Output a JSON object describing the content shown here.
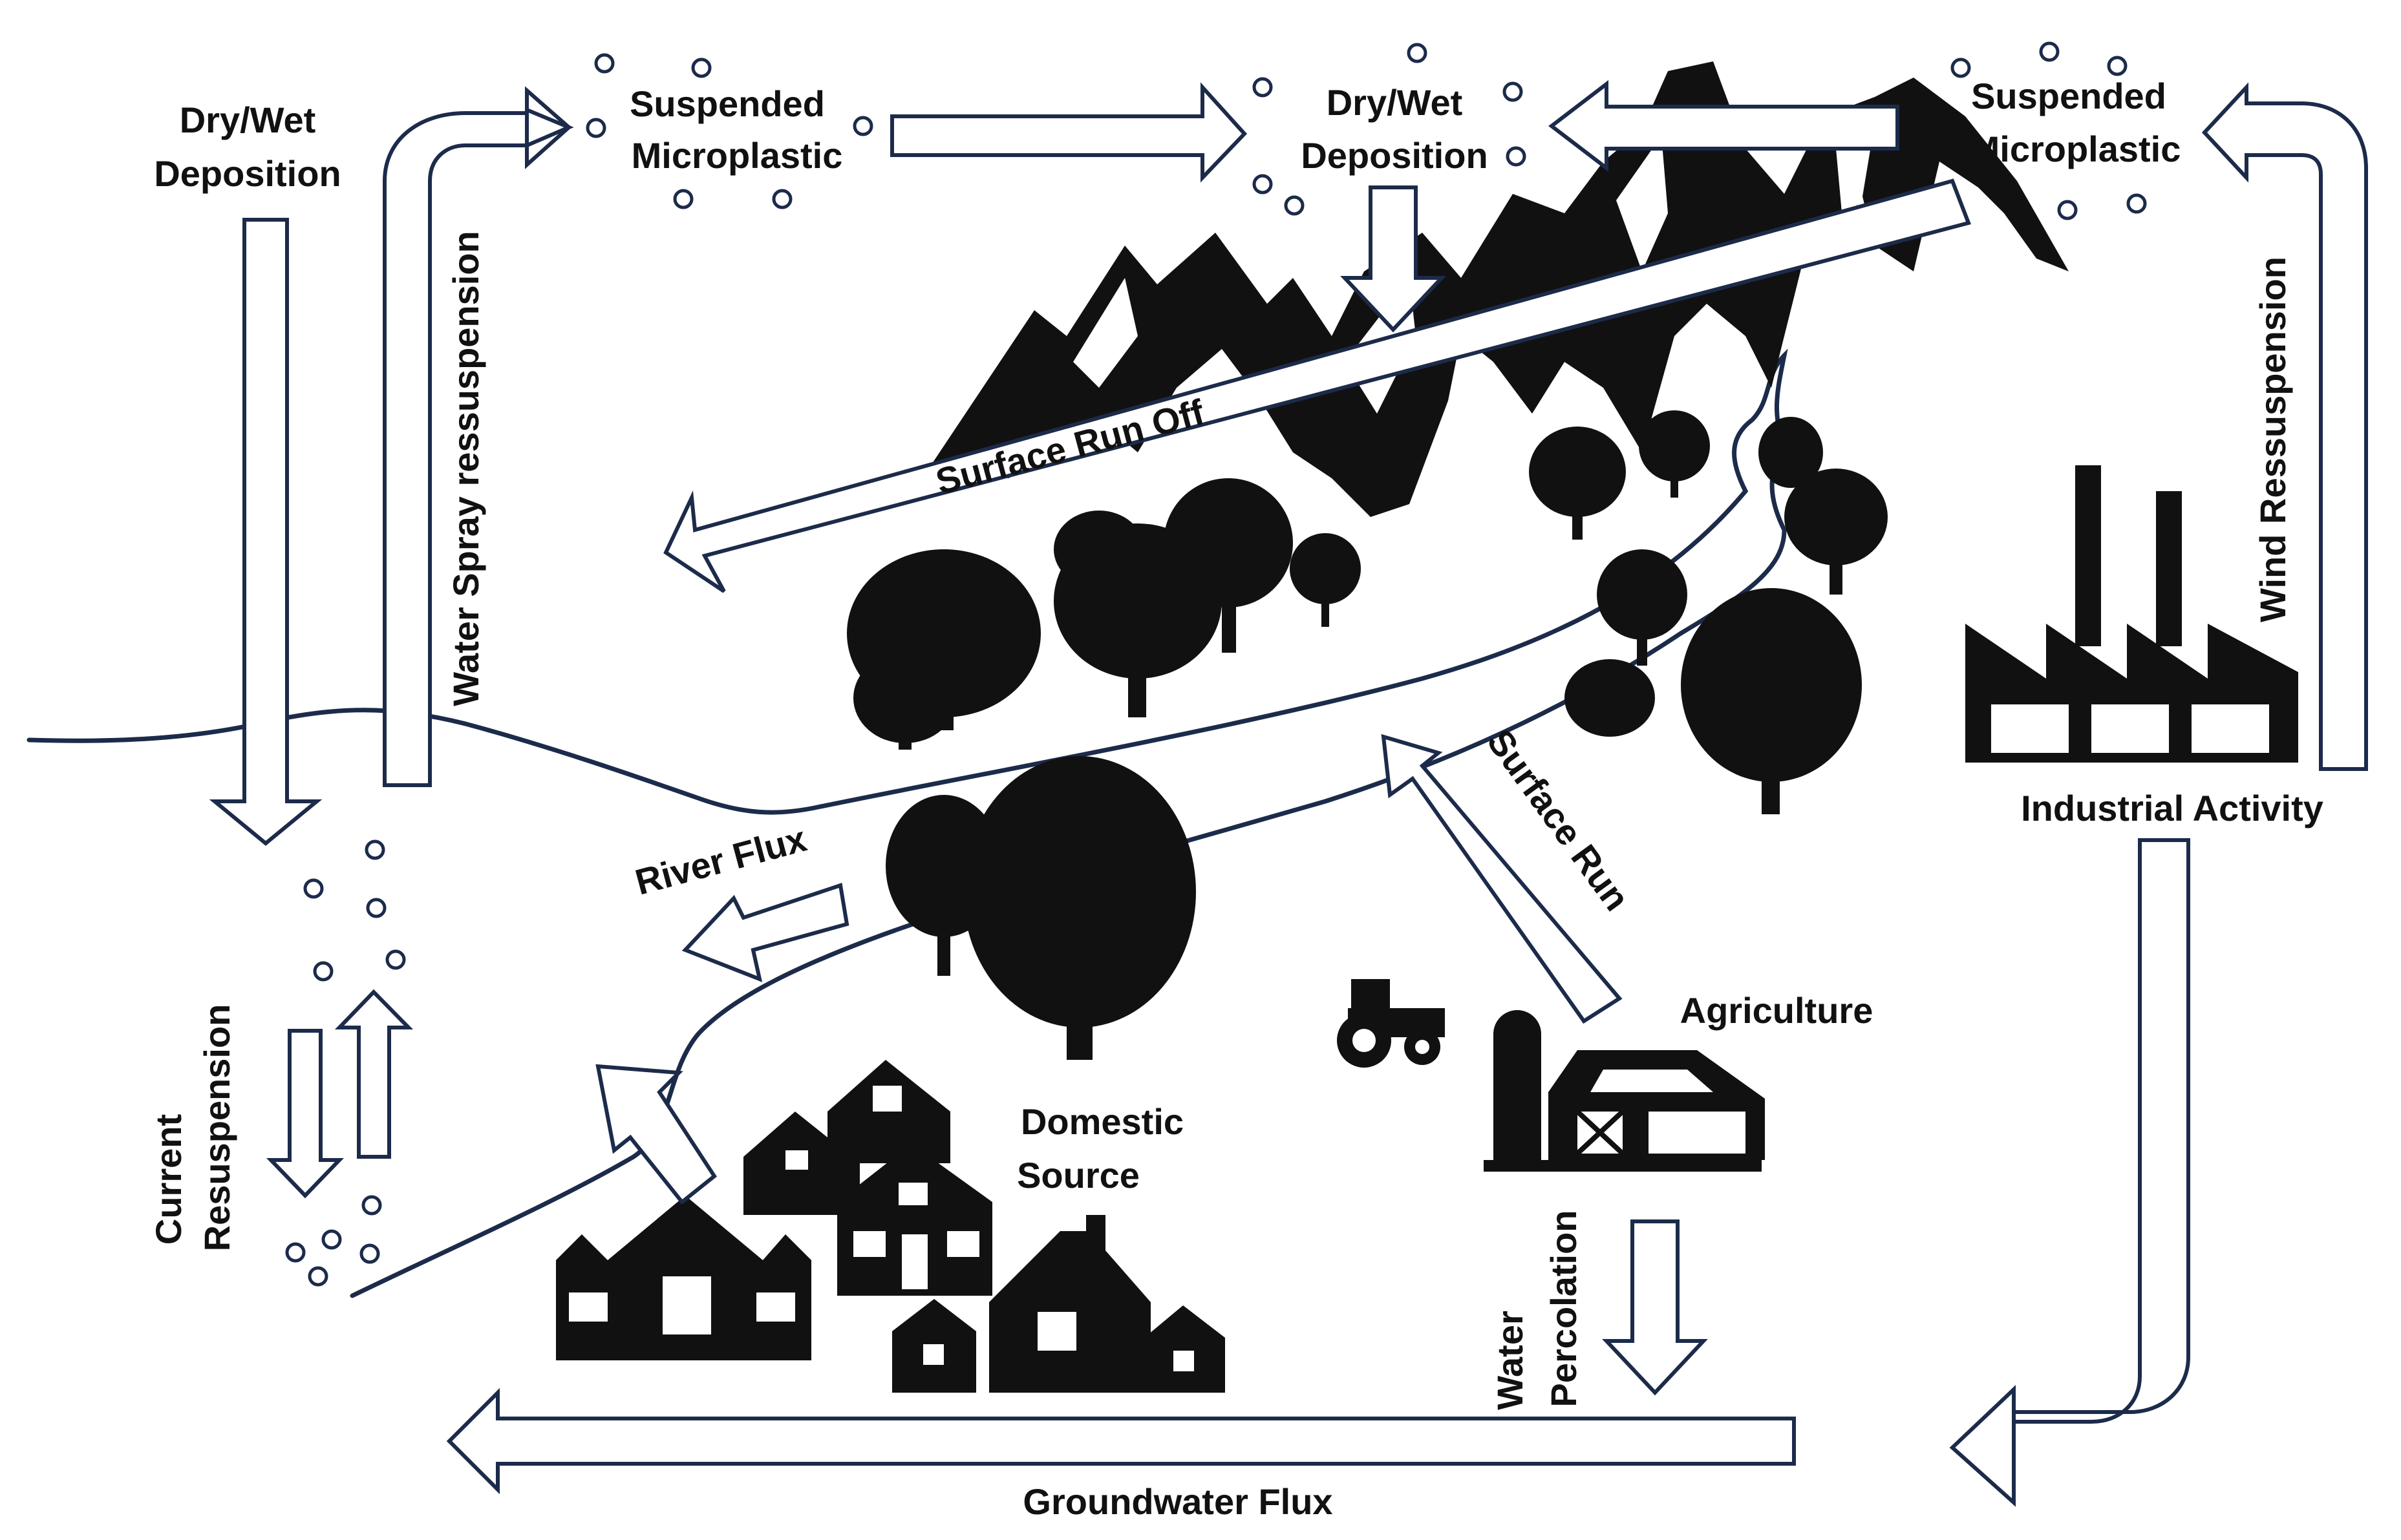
{
  "labels": {
    "dry_wet_deposition_left_1": "Dry/Wet",
    "dry_wet_deposition_left_2": "Deposition",
    "suspended_microplastic_left_1": "Suspended",
    "suspended_microplastic_left_2": "Microplastic",
    "dry_wet_deposition_center_1": "Dry/Wet",
    "dry_wet_deposition_center_2": "Deposition",
    "suspended_microplastic_right_1": "Suspended",
    "suspended_microplastic_right_2": "Microplastic",
    "water_spray_ressuspension": "Water Spray ressuspension",
    "wind_ressuspension": "Wind Ressuspension",
    "surface_run_off": "Surface Run Off",
    "surface_run": "Surface Run",
    "river_flux": "River Flux",
    "industrial_activity": "Industrial Activity",
    "agriculture": "Agriculture",
    "domestic_source_1": "Domestic",
    "domestic_source_2": "Source",
    "current_resuspension_1": "Current",
    "current_resuspension_2": "Resuspension",
    "water_percolation_1": "Water",
    "water_percolation_2": "Percolation",
    "groundwater_flux": "Groundwater Flux"
  },
  "colors": {
    "outline": "#1c2b4a",
    "silhouette": "#111111",
    "background": "#ffffff"
  },
  "icons": [
    "mountain-icon",
    "tree-icon",
    "factory-icon",
    "tractor-icon",
    "barn-icon",
    "silo-icon",
    "house-icon"
  ]
}
